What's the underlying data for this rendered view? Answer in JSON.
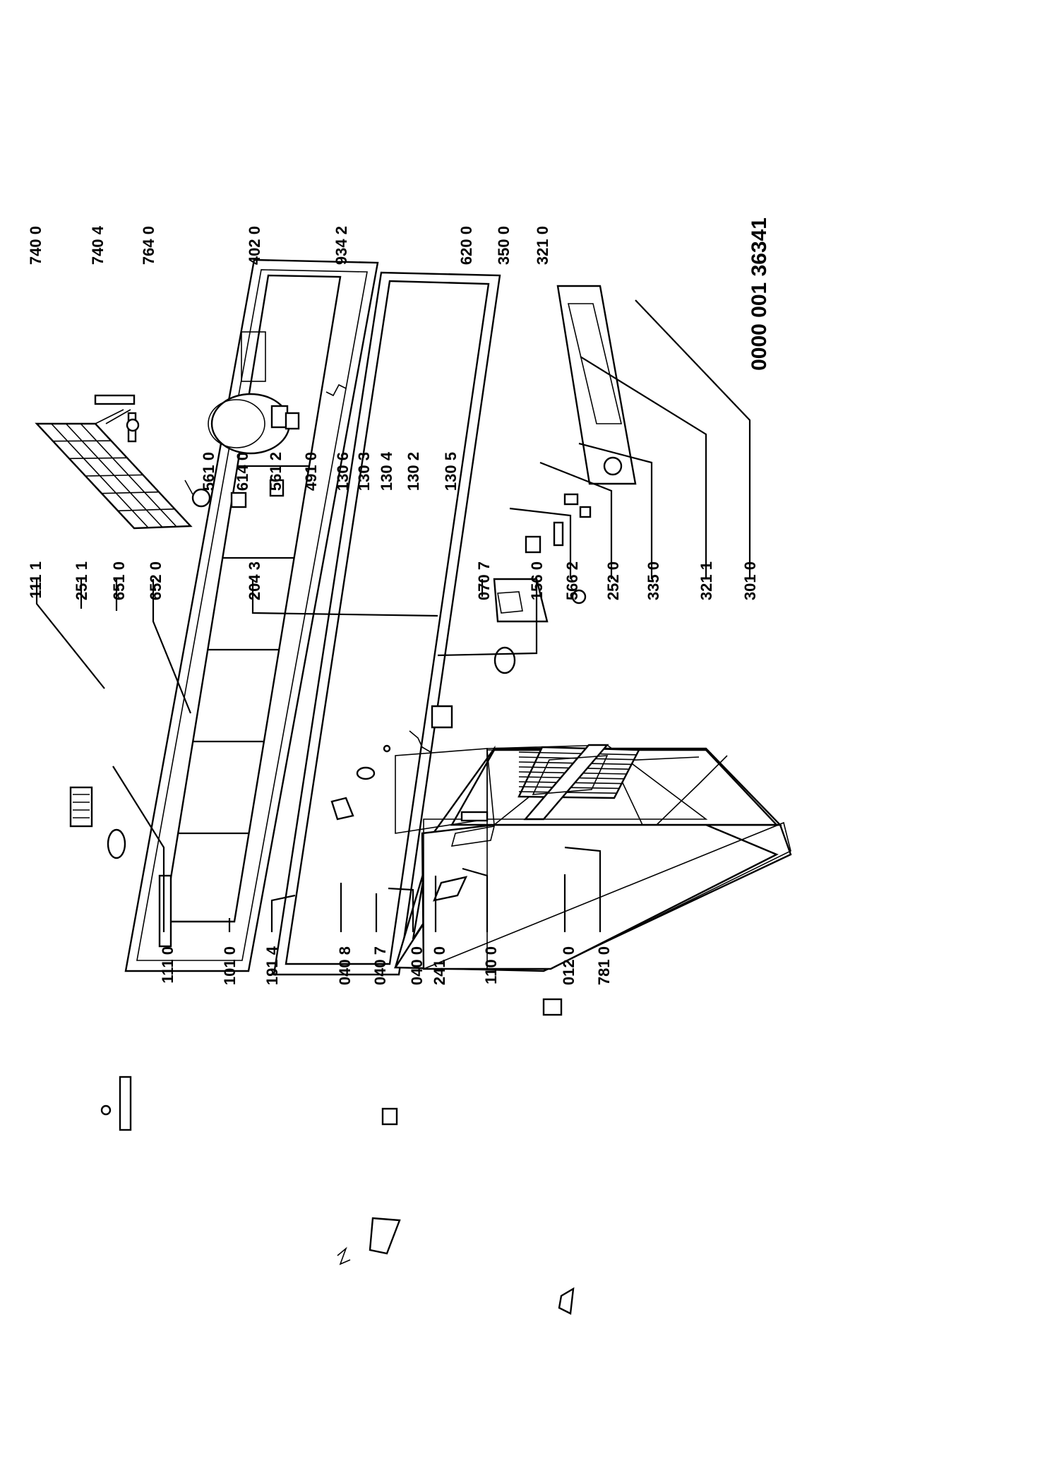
{
  "document_id": "0000 001 36341",
  "labels": {
    "l1110": "111 0",
    "l1010": "101 0",
    "l1914": "191 4",
    "l0408": "040 8",
    "l0407": "040 7",
    "l0400": "040 0",
    "l2410": "241 0",
    "l1100": "110 0",
    "l0120": "012 0",
    "l7810": "781 0",
    "l1111": "111 1",
    "l2511": "251 1",
    "l6510": "651 0",
    "l6520": "652 0",
    "l2043": "204 3",
    "l0707": "070 7",
    "l1560": "156 0",
    "l5662": "566 2",
    "l2520": "252 0",
    "l3350": "335 0",
    "l3211": "321 1",
    "l3010": "301 0",
    "l1306": "130 6",
    "l1303": "130 3",
    "l1304": "130 4",
    "l1302": "130 2",
    "l1305": "130 5",
    "l5610": "561 0",
    "l6140": "614 0",
    "l5612": "561 2",
    "l4910": "491 0",
    "l7400": "740 0",
    "l7404": "740 4",
    "l7640": "764 0",
    "l4020": "402 0",
    "l9342": "934 2",
    "l6200": "620 0",
    "l3500": "350 0",
    "l3210": "321 0"
  }
}
